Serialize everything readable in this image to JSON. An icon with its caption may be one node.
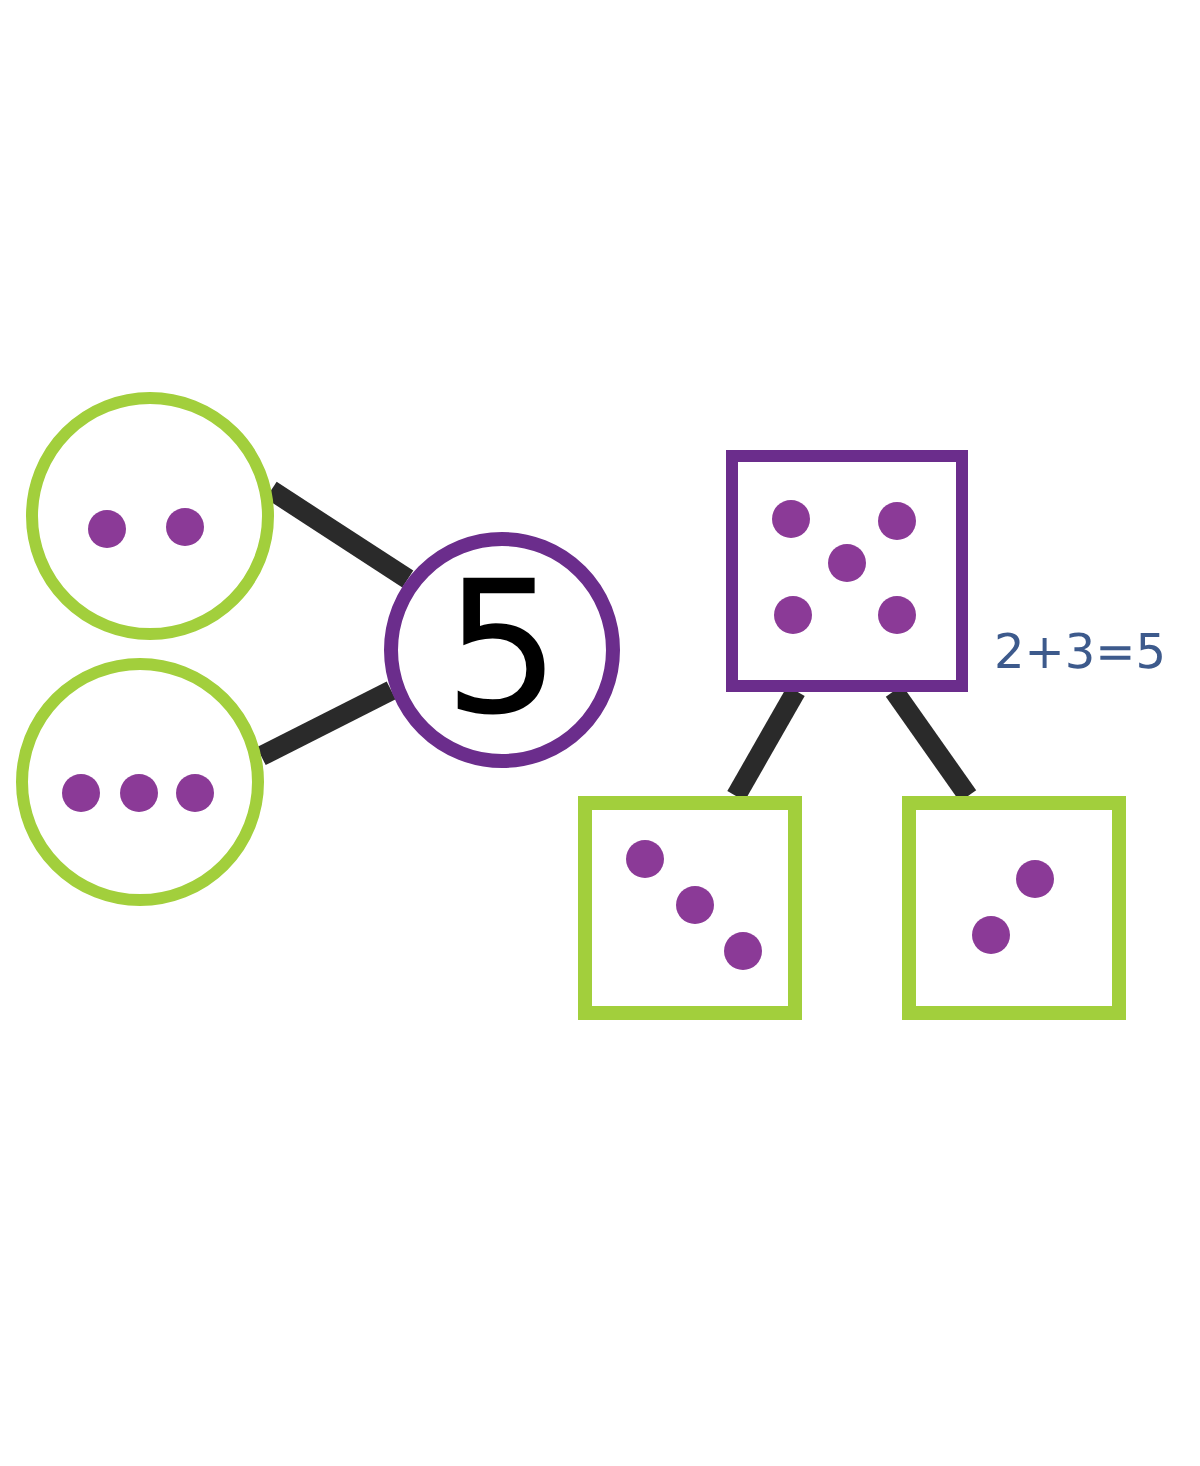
{
  "diagram": {
    "nodes": [
      {
        "text": [],
        "shape": "circle"
      },
      {
        "text": [],
        "shape": "circle",
        "in": 0
      },
      {
        "text": [],
        "shape": "circle",
        "in": 0
      },
      {
        "text": [],
        "shape": "circle"
      },
      {
        "text": [],
        "shape": "circle",
        "in": 3
      },
      {
        "text": [],
        "shape": "circle",
        "in": 3
      },
      {
        "text": [],
        "shape": "circle",
        "in": 3
      },
      {
        "text": [
          "5"
        ]
      },
      {
        "text": [],
        "shape": "box"
      },
      {
        "text": [],
        "shape": "circle",
        "in": 8
      },
      {
        "text": [],
        "shape": "circle",
        "in": 8
      },
      {
        "text": [],
        "shape": "circle",
        "in": 8
      },
      {
        "text": [],
        "shape": "circle",
        "in": 8
      },
      {
        "text": [],
        "shape": "circle",
        "in": 8
      },
      {
        "text": [],
        "shape": "box"
      },
      {
        "text": [],
        "shape": "circle",
        "in": 14
      },
      {
        "text": [],
        "shape": "circle",
        "in": 14
      },
      {
        "text": [],
        "shape": "circle",
        "in": 14
      },
      {
        "text": [],
        "shape": "box"
      },
      {
        "text": [],
        "shape": "circle",
        "in": 18
      },
      {
        "text": [],
        "shape": "circle",
        "in": 18
      }
    ],
    "edges": [
      {
        "from": 0,
        "to": 7,
        "arrow": "none"
      },
      {
        "from": 3,
        "to": 7,
        "arrow": "none"
      },
      {
        "from": 8,
        "to": 14,
        "arrow": "none"
      },
      {
        "from": 8,
        "to": 18,
        "arrow": "none"
      }
    ],
    "labels": [
      "2+3=5"
    ]
  }
}
